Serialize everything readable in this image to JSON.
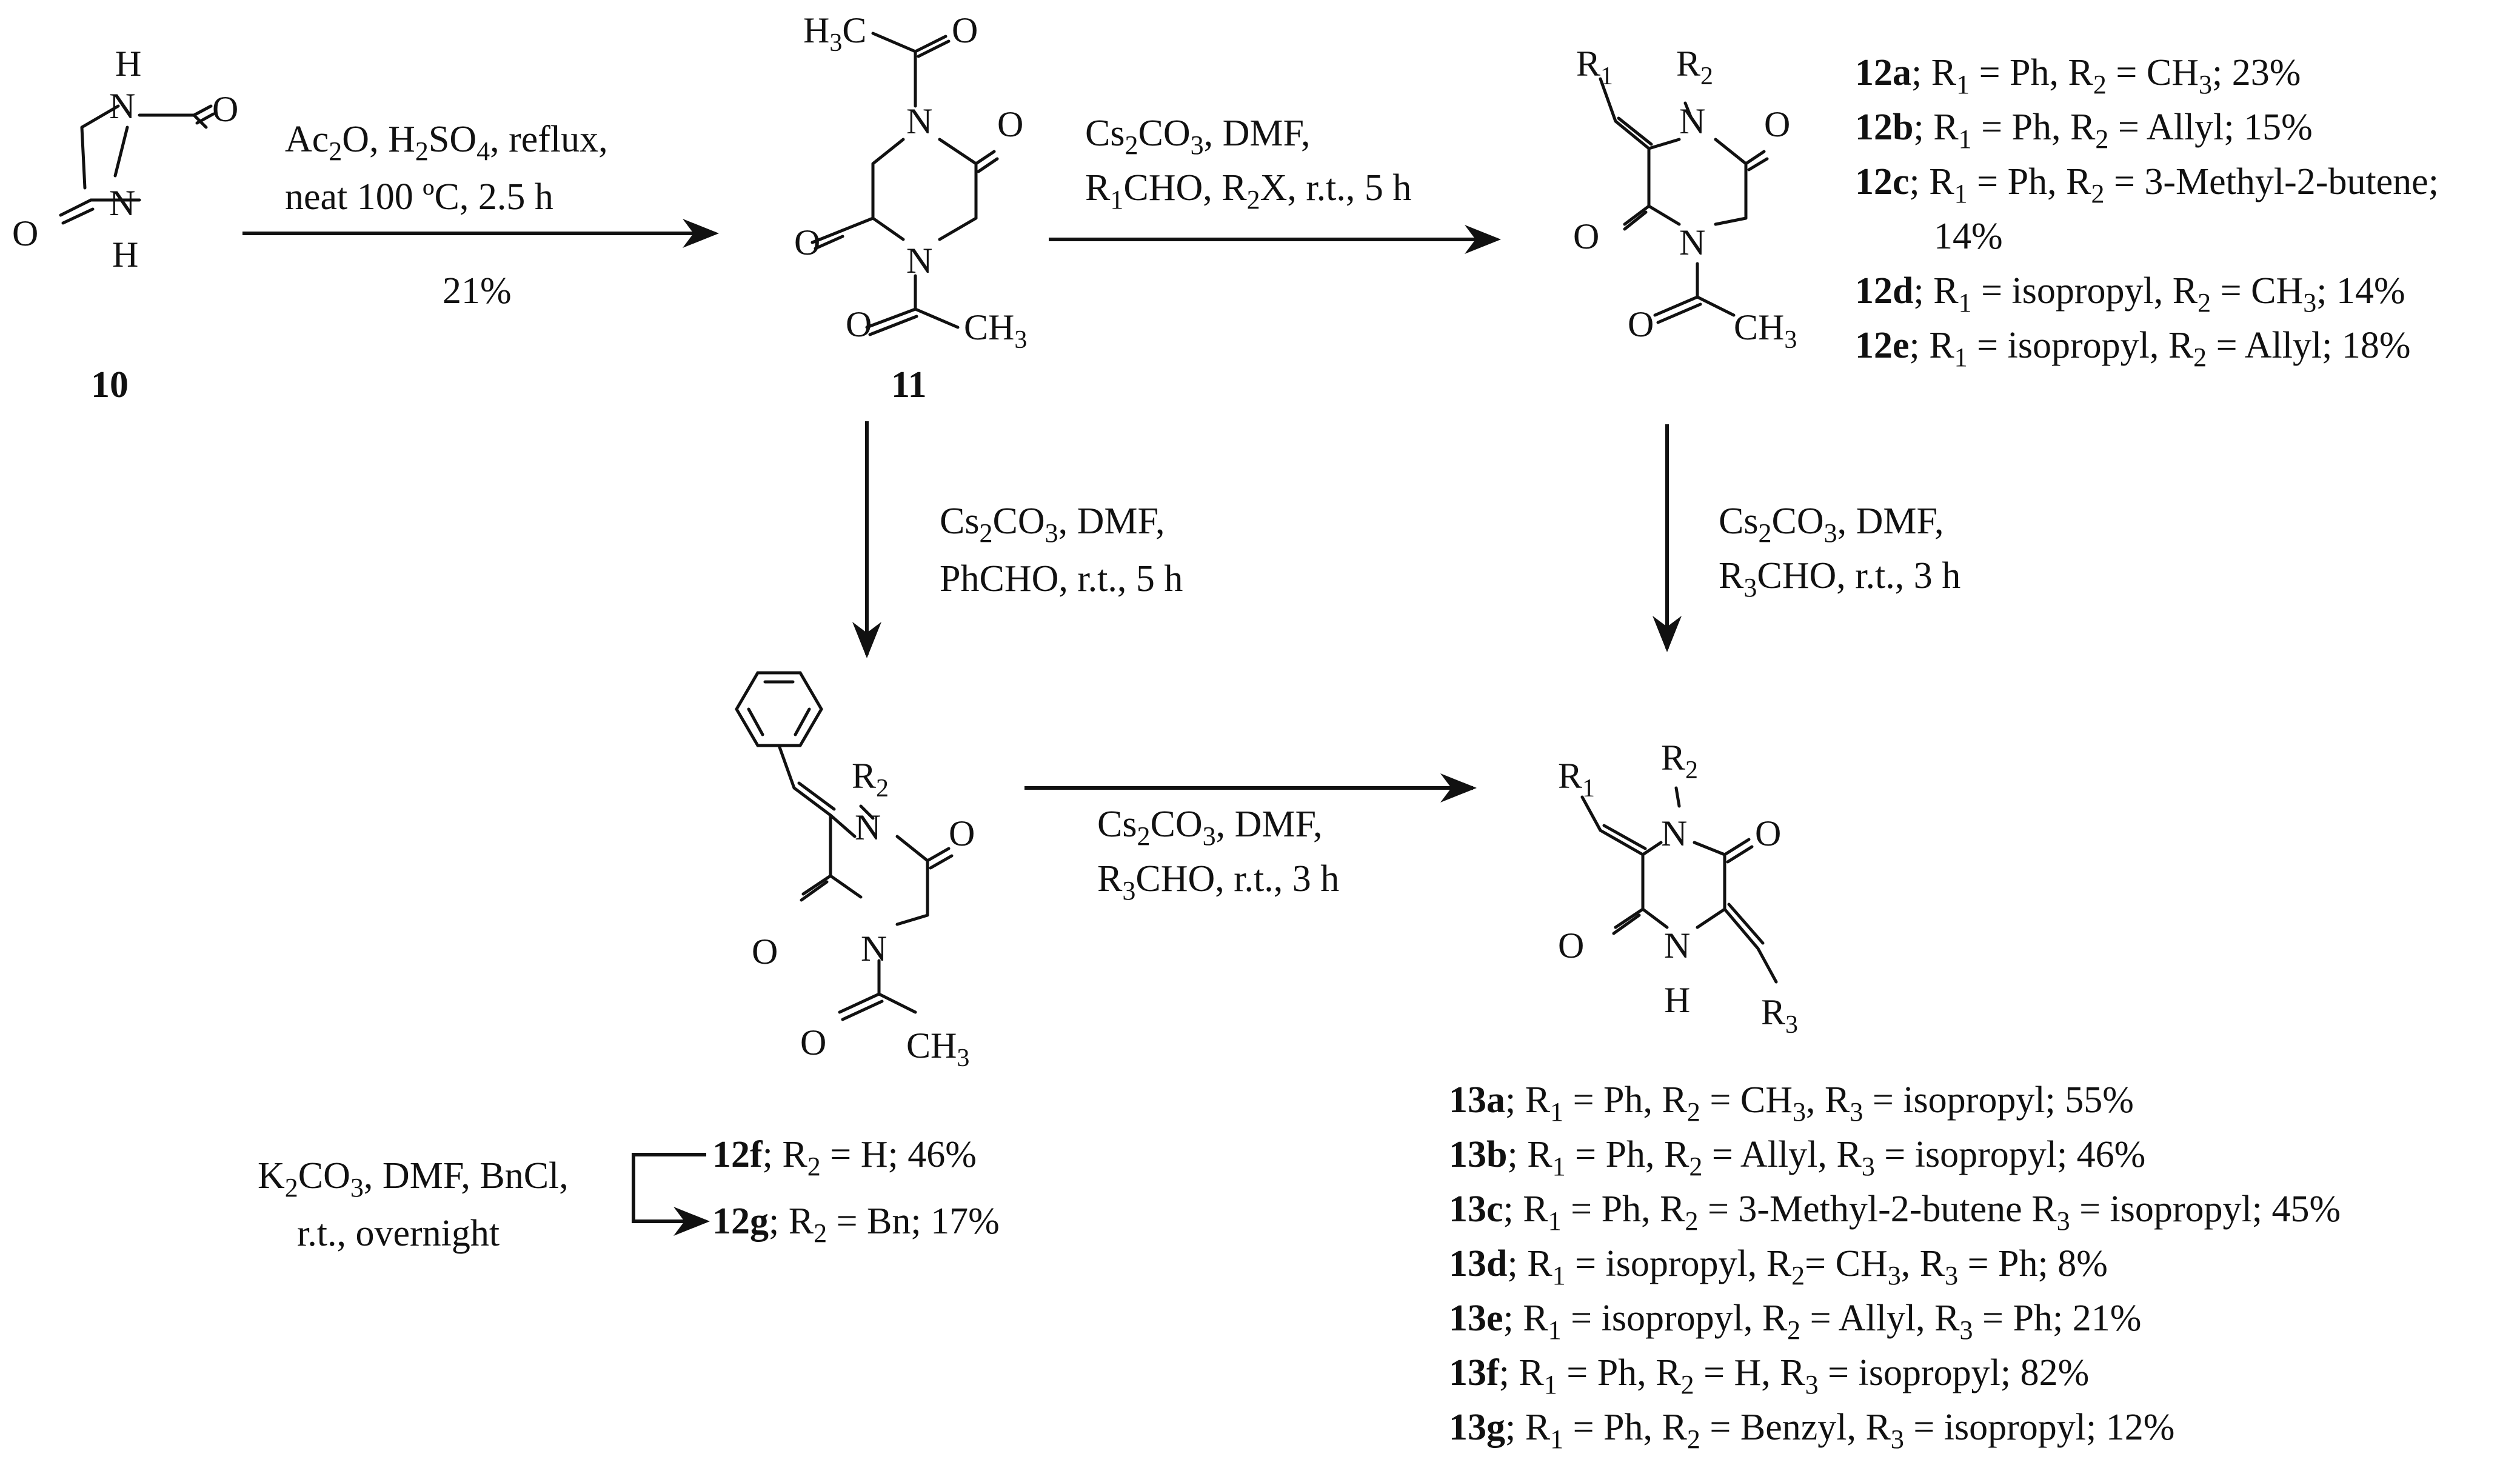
{
  "compounds": {
    "c10": "10",
    "c11": "11"
  },
  "conditions": {
    "step1": {
      "line1_a": "Ac",
      "line1_a_sub": "2",
      "line1_b": "O, H",
      "line1_b_sub": "2",
      "line1_c": "SO",
      "line1_c_sub": "4",
      "line1_d": ", reflux,",
      "line2": "neat 100 ºC, 2.5 h",
      "yield": "21%"
    },
    "step2": {
      "cs": "Cs",
      "cs_sub": "2",
      "co": "CO",
      "co_sub": "3",
      "tail": ", DMF,",
      "r1": "R",
      "r1_sub": "1",
      "r1_b": "CHO, R",
      "r2_sub": "2",
      "r2_b": "X, r.t., 5 h"
    },
    "step3": {
      "cs": "Cs",
      "cs_sub": "2",
      "co": "CO",
      "co_sub": "3",
      "tail": ", DMF,",
      "line2": "PhCHO, r.t., 5 h"
    },
    "step4": {
      "cs": "Cs",
      "cs_sub": "2",
      "co": "CO",
      "co_sub": "3",
      "tail": ", DMF,",
      "r3": "R",
      "r3_sub": "3",
      "r3_b": "CHO, r.t., 3 h"
    },
    "step5": {
      "cs": "Cs",
      "cs_sub": "2",
      "co": "CO",
      "co_sub": "3",
      "tail": ", DMF,",
      "r3": "R",
      "r3_sub": "3",
      "r3_b": "CHO, r.t., 3 h"
    },
    "step6": {
      "k": "K",
      "k_sub": "2",
      "co": "CO",
      "co_sub": "3",
      "tail": ", DMF, BnCl,",
      "line2": "r.t., overnight"
    }
  },
  "list12": [
    {
      "id": "12a",
      "text": "; R1 = Ph, R2 = CH3; 23%"
    },
    {
      "id": "12b",
      "text": "; R1 = Ph, R2 = Allyl; 15%"
    },
    {
      "id": "12c",
      "text": "; R1 = Ph, R2 = 3-Methyl-2-butene;"
    },
    {
      "id": "",
      "text": "14%"
    },
    {
      "id": "12d",
      "text": "; R1 = isopropyl, R2 = CH3; 14%"
    },
    {
      "id": "12e",
      "text": "; R1 = isopropyl, R2 = Allyl; 18%"
    }
  ],
  "list12fg": [
    {
      "id": "12f",
      "text": ";  R2 = H; 46%"
    },
    {
      "id": "12g",
      "text": "; R2 = Bn; 17%"
    }
  ],
  "list13": [
    {
      "id": "13a",
      "text": "; R1 = Ph, R2 = CH3, R3 = isopropyl; 55%"
    },
    {
      "id": "13b",
      "text": "; R1 = Ph, R2 = Allyl, R3 = isopropyl; 46%"
    },
    {
      "id": "13c",
      "text": "; R1 = Ph, R2 = 3-Methyl-2-butene R3 = isopropyl; 45%"
    },
    {
      "id": "13d",
      "text": "; R1 = isopropyl, R2= CH3, R3 = Ph; 8%"
    },
    {
      "id": "13e",
      "text": "; R1 = isopropyl, R2 = Allyl, R3 = Ph; 21%"
    },
    {
      "id": "13f",
      "text": ";  R1 = Ph, R2 = H, R3 = isopropyl; 82%"
    },
    {
      "id": "13g",
      "text": "; R1 = Ph, R2 = Benzyl, R3 = isopropyl; 12%"
    }
  ]
}
